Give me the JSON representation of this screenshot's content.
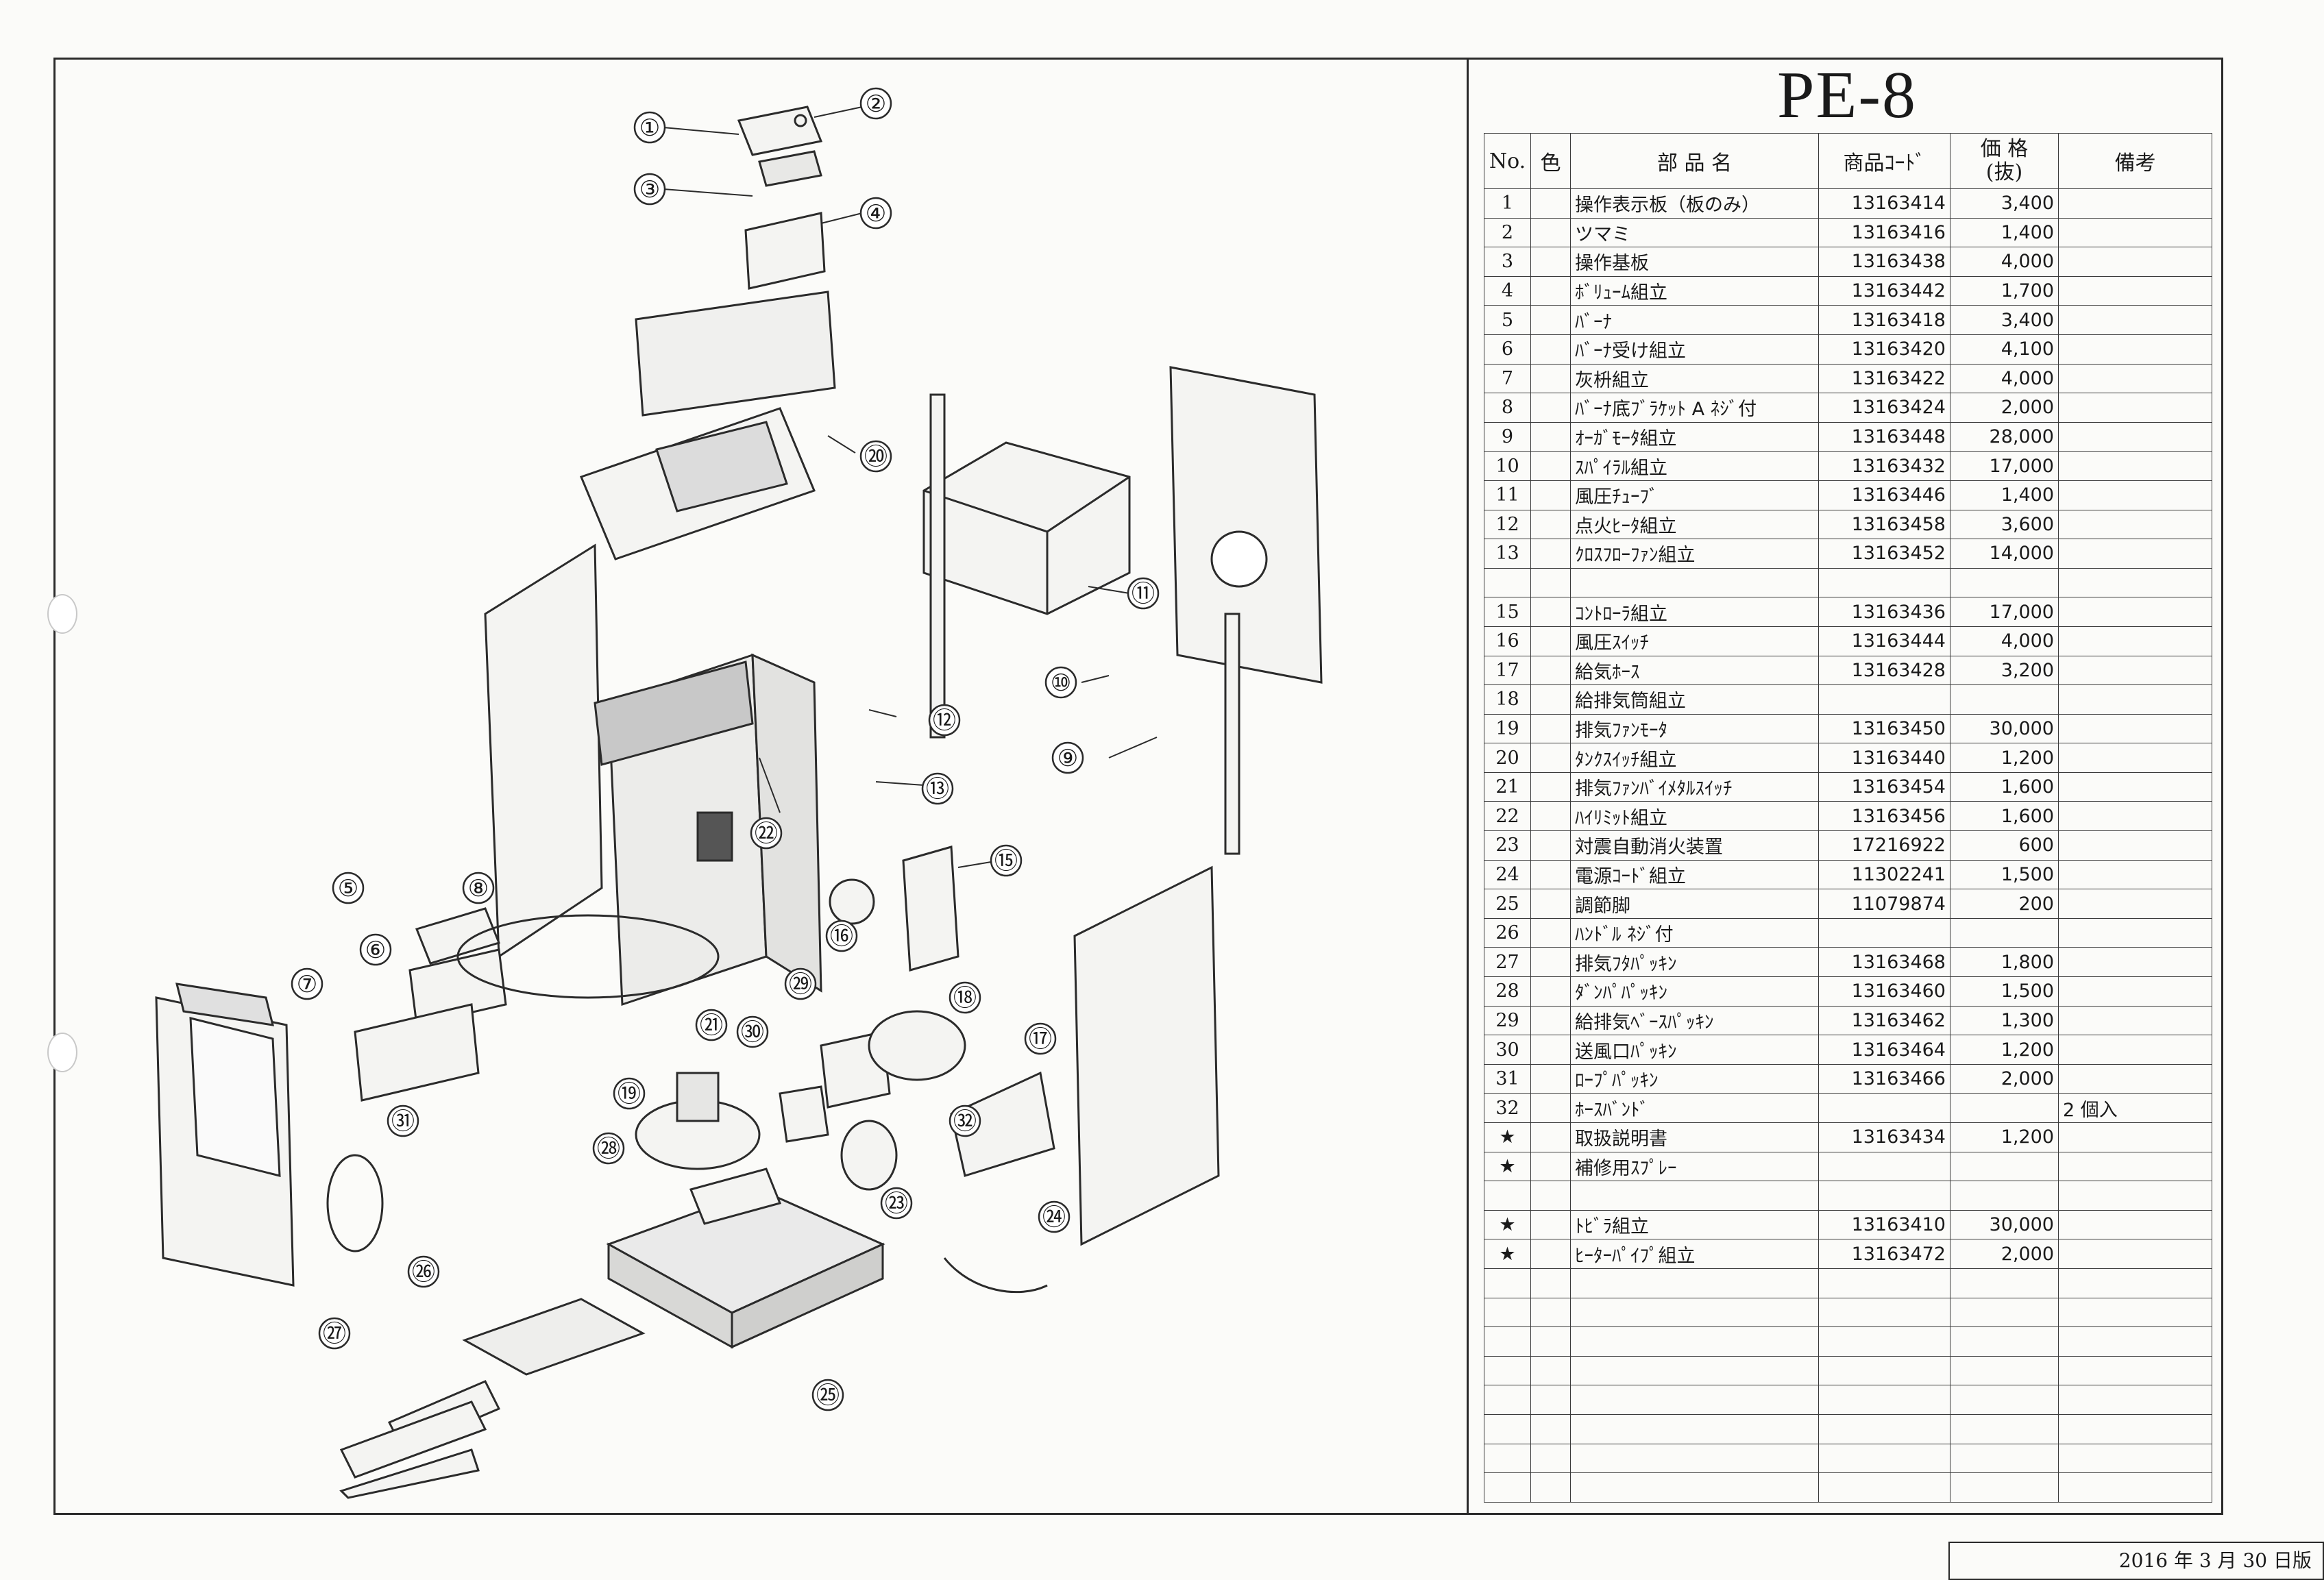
{
  "model": "PE-8",
  "headers": {
    "no": "No.",
    "color": "色",
    "name": "部 品 名",
    "code": "商品ｺｰﾄﾞ",
    "price": "価 格\n(抜)",
    "remarks": "備考"
  },
  "parts": [
    {
      "no": "1",
      "name": "操作表示板（板のみ）",
      "code": "13163414",
      "price": "3,400",
      "remark": ""
    },
    {
      "no": "2",
      "name": "ツマミ",
      "code": "13163416",
      "price": "1,400",
      "remark": ""
    },
    {
      "no": "3",
      "name": "操作基板",
      "code": "13163438",
      "price": "4,000",
      "remark": ""
    },
    {
      "no": "4",
      "name": "ﾎﾞﾘｭｰﾑ組立",
      "code": "13163442",
      "price": "1,700",
      "remark": ""
    },
    {
      "no": "5",
      "name": "ﾊﾞｰﾅ",
      "code": "13163418",
      "price": "3,400",
      "remark": ""
    },
    {
      "no": "6",
      "name": "ﾊﾞｰﾅ受け組立",
      "code": "13163420",
      "price": "4,100",
      "remark": ""
    },
    {
      "no": "7",
      "name": "灰枡組立",
      "code": "13163422",
      "price": "4,000",
      "remark": ""
    },
    {
      "no": "8",
      "name": "ﾊﾞｰﾅ底ﾌﾞﾗｹｯﾄ A ﾈｼﾞ付",
      "code": "13163424",
      "price": "2,000",
      "remark": ""
    },
    {
      "no": "9",
      "name": "ｵｰｶﾞﾓｰﾀ組立",
      "code": "13163448",
      "price": "28,000",
      "remark": ""
    },
    {
      "no": "10",
      "name": "ｽﾊﾟｲﾗﾙ組立",
      "code": "13163432",
      "price": "17,000",
      "remark": ""
    },
    {
      "no": "11",
      "name": "風圧ﾁｭｰﾌﾞ",
      "code": "13163446",
      "price": "1,400",
      "remark": ""
    },
    {
      "no": "12",
      "name": "点火ﾋｰﾀ組立",
      "code": "13163458",
      "price": "3,600",
      "remark": ""
    },
    {
      "no": "13",
      "name": "ｸﾛｽﾌﾛｰﾌｧﾝ組立",
      "code": "13163452",
      "price": "14,000",
      "remark": ""
    },
    {
      "no": "",
      "name": "",
      "code": "",
      "price": "",
      "remark": ""
    },
    {
      "no": "15",
      "name": "ｺﾝﾄﾛｰﾗ組立",
      "code": "13163436",
      "price": "17,000",
      "remark": ""
    },
    {
      "no": "16",
      "name": "風圧ｽｲｯﾁ",
      "code": "13163444",
      "price": "4,000",
      "remark": ""
    },
    {
      "no": "17",
      "name": "給気ﾎｰｽ",
      "code": "13163428",
      "price": "3,200",
      "remark": ""
    },
    {
      "no": "18",
      "name": "給排気筒組立",
      "code": "",
      "price": "",
      "remark": ""
    },
    {
      "no": "19",
      "name": "排気ﾌｧﾝﾓｰﾀ",
      "code": "13163450",
      "price": "30,000",
      "remark": ""
    },
    {
      "no": "20",
      "name": "ﾀﾝｸｽｲｯﾁ組立",
      "code": "13163440",
      "price": "1,200",
      "remark": ""
    },
    {
      "no": "21",
      "name": "排気ﾌｧﾝﾊﾞｲﾒﾀﾙｽｲｯﾁ",
      "code": "13163454",
      "price": "1,600",
      "remark": ""
    },
    {
      "no": "22",
      "name": "ﾊｲﾘﾐｯﾄ組立",
      "code": "13163456",
      "price": "1,600",
      "remark": ""
    },
    {
      "no": "23",
      "name": "対震自動消火装置",
      "code": "17216922",
      "price": "600",
      "remark": ""
    },
    {
      "no": "24",
      "name": "電源ｺｰﾄﾞ組立",
      "code": "11302241",
      "price": "1,500",
      "remark": ""
    },
    {
      "no": "25",
      "name": "調節脚",
      "code": "11079874",
      "price": "200",
      "remark": ""
    },
    {
      "no": "26",
      "name": "ﾊﾝﾄﾞﾙ ﾈｼﾞ付",
      "code": "",
      "price": "",
      "remark": ""
    },
    {
      "no": "27",
      "name": "排気ﾌﾀﾊﾟｯｷﾝ",
      "code": "13163468",
      "price": "1,800",
      "remark": ""
    },
    {
      "no": "28",
      "name": "ﾀﾞﾝﾊﾟﾊﾟｯｷﾝ",
      "code": "13163460",
      "price": "1,500",
      "remark": ""
    },
    {
      "no": "29",
      "name": "給排気ﾍﾞｰｽﾊﾟｯｷﾝ",
      "code": "13163462",
      "price": "1,300",
      "remark": ""
    },
    {
      "no": "30",
      "name": "送風口ﾊﾟｯｷﾝ",
      "code": "13163464",
      "price": "1,200",
      "remark": ""
    },
    {
      "no": "31",
      "name": "ﾛｰﾌﾟﾊﾟｯｷﾝ",
      "code": "13163466",
      "price": "2,000",
      "remark": ""
    },
    {
      "no": "32",
      "name": "ﾎｰｽﾊﾞﾝﾄﾞ",
      "code": "",
      "price": "",
      "remark": "2 個入"
    },
    {
      "no": "★",
      "name": "取扱説明書",
      "code": "13163434",
      "price": "1,200",
      "remark": ""
    },
    {
      "no": "★",
      "name": "補修用ｽﾌﾟﾚｰ",
      "code": "",
      "price": "",
      "remark": ""
    },
    {
      "no": "",
      "name": "",
      "code": "",
      "price": "",
      "remark": ""
    },
    {
      "no": "★",
      "name": "ﾄﾋﾞﾗ組立",
      "code": "13163410",
      "price": "30,000",
      "remark": ""
    },
    {
      "no": "★",
      "name": "ﾋｰﾀｰﾊﾟｲﾌﾟ組立",
      "code": "13163472",
      "price": "2,000",
      "remark": ""
    },
    {
      "no": "",
      "name": "",
      "code": "",
      "price": "",
      "remark": ""
    },
    {
      "no": "",
      "name": "",
      "code": "",
      "price": "",
      "remark": ""
    },
    {
      "no": "",
      "name": "",
      "code": "",
      "price": "",
      "remark": ""
    },
    {
      "no": "",
      "name": "",
      "code": "",
      "price": "",
      "remark": ""
    },
    {
      "no": "",
      "name": "",
      "code": "",
      "price": "",
      "remark": ""
    },
    {
      "no": "",
      "name": "",
      "code": "",
      "price": "",
      "remark": ""
    },
    {
      "no": "",
      "name": "",
      "code": "",
      "price": "",
      "remark": ""
    },
    {
      "no": "",
      "name": "",
      "code": "",
      "price": "",
      "remark": ""
    }
  ],
  "edition": "2016 年 3 月 30 日版",
  "callouts": [
    "①",
    "②",
    "③",
    "④",
    "⑤",
    "⑥",
    "⑦",
    "⑧",
    "⑨",
    "⑩",
    "⑪",
    "⑫",
    "⑬",
    "⑮",
    "⑯",
    "⑰",
    "⑱",
    "⑲",
    "⑳",
    "㉑",
    "㉒",
    "㉓",
    "㉔",
    "㉕",
    "㉖",
    "㉗",
    "㉘",
    "㉙",
    "㉚",
    "㉛",
    "㉜"
  ]
}
